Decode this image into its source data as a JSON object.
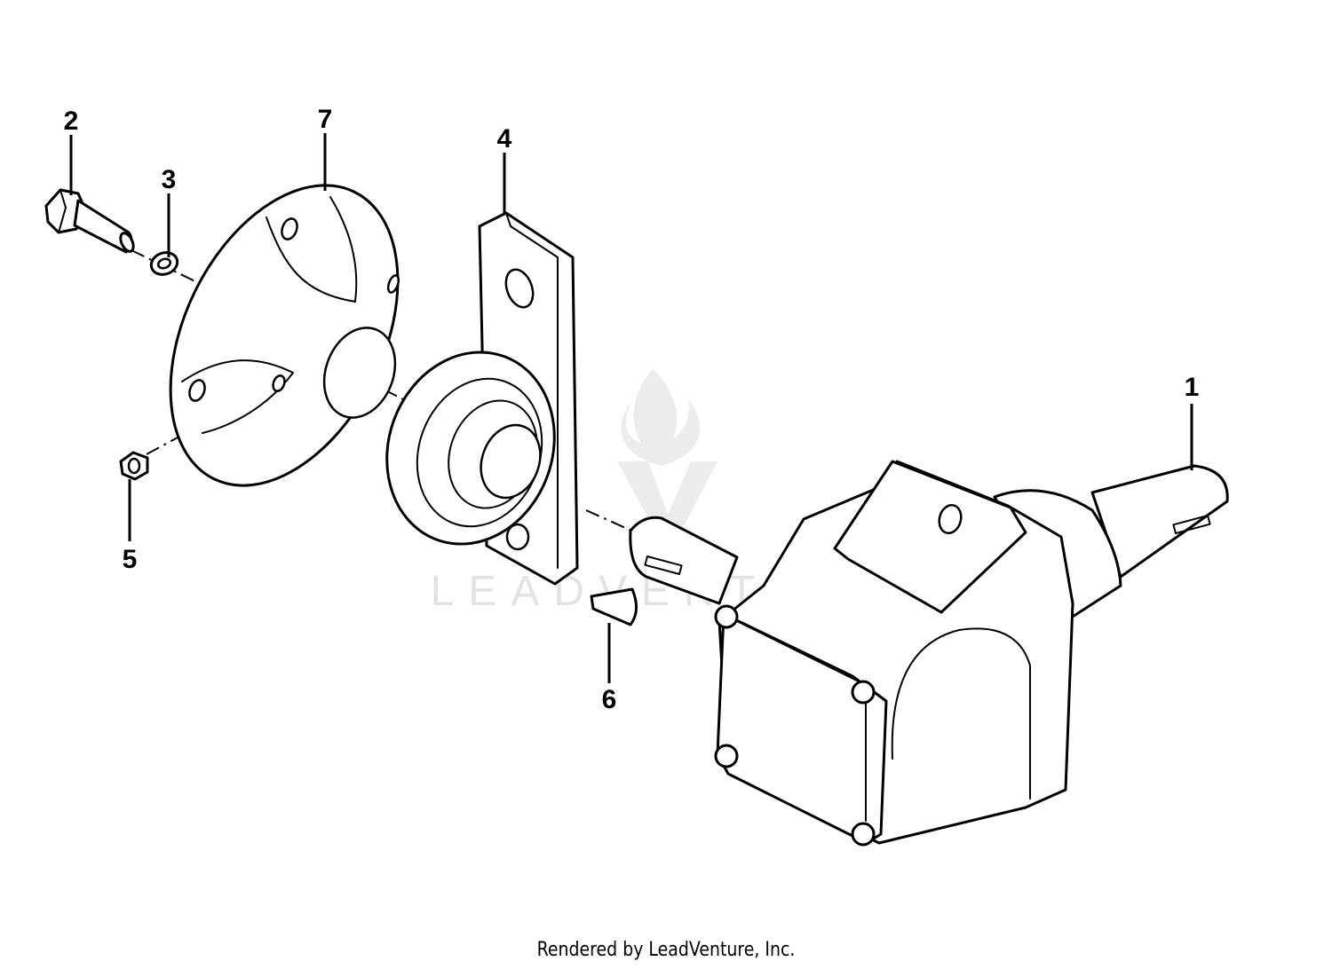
{
  "diagram": {
    "callouts": {
      "c1": "1",
      "c2": "2",
      "c3": "3",
      "c4": "4",
      "c5": "5",
      "c6": "6",
      "c7": "7"
    },
    "watermark": "LEADVENTURE",
    "footer": "Rendered by LeadVenture, Inc.",
    "colors": {
      "line": "#000000",
      "background": "#ffffff",
      "watermark": "#e3e3e3"
    }
  }
}
